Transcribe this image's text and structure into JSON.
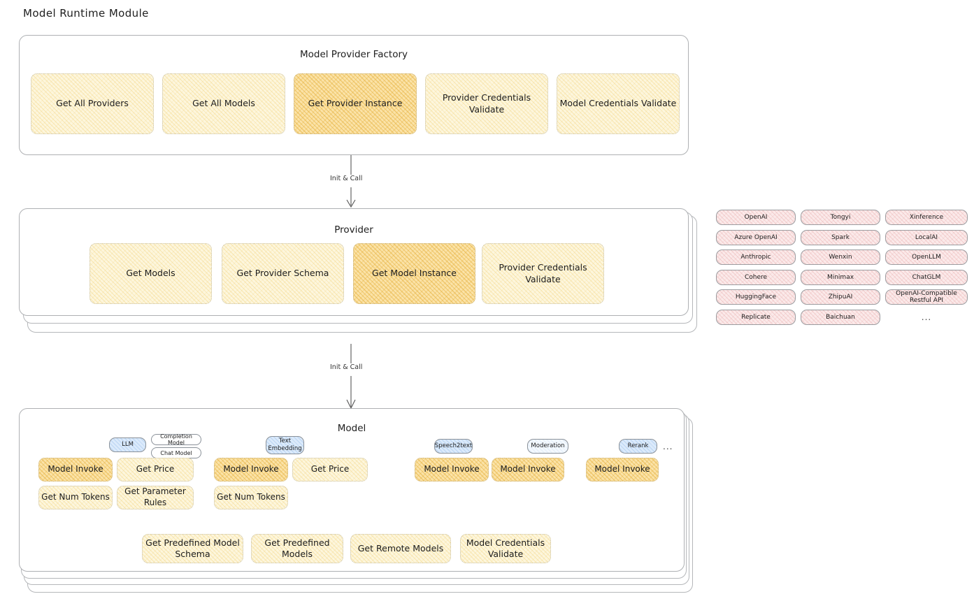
{
  "page": {
    "title": "Model Runtime Module"
  },
  "factory": {
    "title": "Model Provider Factory",
    "nodes": [
      {
        "label": "Get All Providers",
        "highlight": false
      },
      {
        "label": "Get All Models",
        "highlight": false
      },
      {
        "label": "Get Provider Instance",
        "highlight": true
      },
      {
        "label": "Provider Credentials Validate",
        "highlight": false
      },
      {
        "label": "Model Credentials Validate",
        "highlight": false
      }
    ]
  },
  "arrow1": {
    "label": "Init & Call"
  },
  "provider": {
    "title": "Provider",
    "nodes": [
      {
        "label": "Get Models",
        "highlight": false
      },
      {
        "label": "Get Provider Schema",
        "highlight": false
      },
      {
        "label": "Get Model Instance",
        "highlight": true
      },
      {
        "label": "Provider Credentials Validate",
        "highlight": false
      }
    ]
  },
  "provider_list": {
    "columns": [
      [
        "OpenAI",
        "Azure OpenAI",
        "Anthropic",
        "Cohere",
        "HuggingFace",
        "Replicate"
      ],
      [
        "Tongyi",
        "Spark",
        "Wenxin",
        "Minimax",
        "ZhipuAI",
        "Baichuan"
      ],
      [
        "Xinference",
        "LocalAI",
        "OpenLLM",
        "ChatGLM",
        "OpenAI-Compatible Restful API"
      ]
    ],
    "more": "..."
  },
  "arrow2": {
    "label": "Init & Call"
  },
  "model": {
    "title": "Model",
    "more": "...",
    "types": [
      {
        "name": "LLM",
        "style": "blue",
        "tags": [
          "Completion Model",
          "Chat Model"
        ],
        "methods": [
          {
            "label": "Model Invoke",
            "highlight": true
          },
          {
            "label": "Get Price",
            "highlight": false
          },
          {
            "label": "Get Num Tokens",
            "highlight": false
          },
          {
            "label": "Get Parameter Rules",
            "highlight": false
          }
        ]
      },
      {
        "name": "Text Embedding",
        "style": "blue",
        "tags": [],
        "methods": [
          {
            "label": "Model Invoke",
            "highlight": true
          },
          {
            "label": "Get Price",
            "highlight": false
          },
          {
            "label": "Get Num Tokens",
            "highlight": false
          }
        ]
      },
      {
        "name": "Speech2text",
        "style": "blue",
        "tags": [],
        "methods": [
          {
            "label": "Model Invoke",
            "highlight": true
          }
        ]
      },
      {
        "name": "Moderation",
        "style": "pale",
        "tags": [],
        "methods": [
          {
            "label": "Model Invoke",
            "highlight": true
          }
        ]
      },
      {
        "name": "Rerank",
        "style": "blue",
        "tags": [],
        "methods": [
          {
            "label": "Model Invoke",
            "highlight": true
          }
        ]
      }
    ],
    "shared_methods": [
      {
        "label": "Get Predefined Model Schema"
      },
      {
        "label": "Get Predefined Models"
      },
      {
        "label": "Get Remote Models"
      },
      {
        "label": "Model Credentials Validate"
      }
    ]
  }
}
